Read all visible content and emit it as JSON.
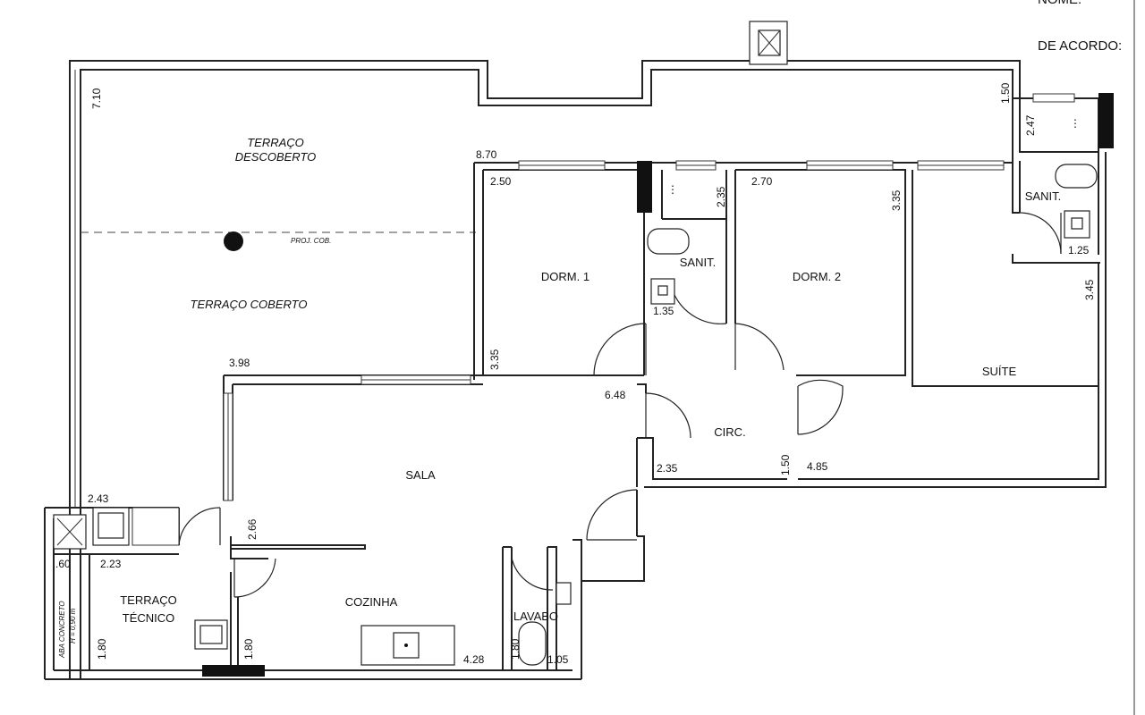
{
  "header": {
    "nome_label": "NOME:",
    "de_acordo_label": "DE ACORDO:"
  },
  "rooms": {
    "terraco_descoberto_line1": "TERRAÇO",
    "terraco_descoberto_line2": "DESCOBERTO",
    "terraco_coberto": "TERRAÇO COBERTO",
    "proj_cob": "PROJ. COB.",
    "dorm1": "DORM. 1",
    "dorm2": "DORM. 2",
    "sanit_center": "SANIT.",
    "sanit_right": "SANIT.",
    "suite": "SUÍTE",
    "circ": "CIRC.",
    "sala": "SALA",
    "cozinha": "COZINHA",
    "lavabo": "LAVABO",
    "terraco_tecnico_line1": "TERRAÇO",
    "terraco_tecnico_line2": "TÉCNICO",
    "aba_concreto": "ABA CONCRETO",
    "aba_altura": "H = 0,90 m"
  },
  "dimensions": {
    "d_7_10": "7.10",
    "d_8_70": "8.70",
    "d_2_50": "2.50",
    "d_2_35_sanit": "2.35",
    "d_2_70": "2.70",
    "d_3_35_dorm2": "3.35",
    "d_1_50_top": "1.50",
    "d_2_47": "2.47",
    "d_1_25": "1.25",
    "d_3_45": "3.45",
    "d_1_35": "1.35",
    "d_3_35_dorm1": "3.35",
    "d_3_98": "3.98",
    "d_6_48": "6.48",
    "d_2_35_circ": "2.35",
    "d_1_50_circ": "1.50",
    "d_4_85": "4.85",
    "d_2_43": "2.43",
    "d_2_66": "2.66",
    "d_0_60": ".60",
    "d_2_23": "2.23",
    "d_1_80_left": "1.80",
    "d_1_80_mid": "1.80",
    "d_4_28": "4.28",
    "d_1_80_lav": "1.80",
    "d_1_05": "1.05"
  },
  "colors": {
    "wall": "#222222",
    "solid_block": "#111111",
    "background": "#ffffff"
  }
}
